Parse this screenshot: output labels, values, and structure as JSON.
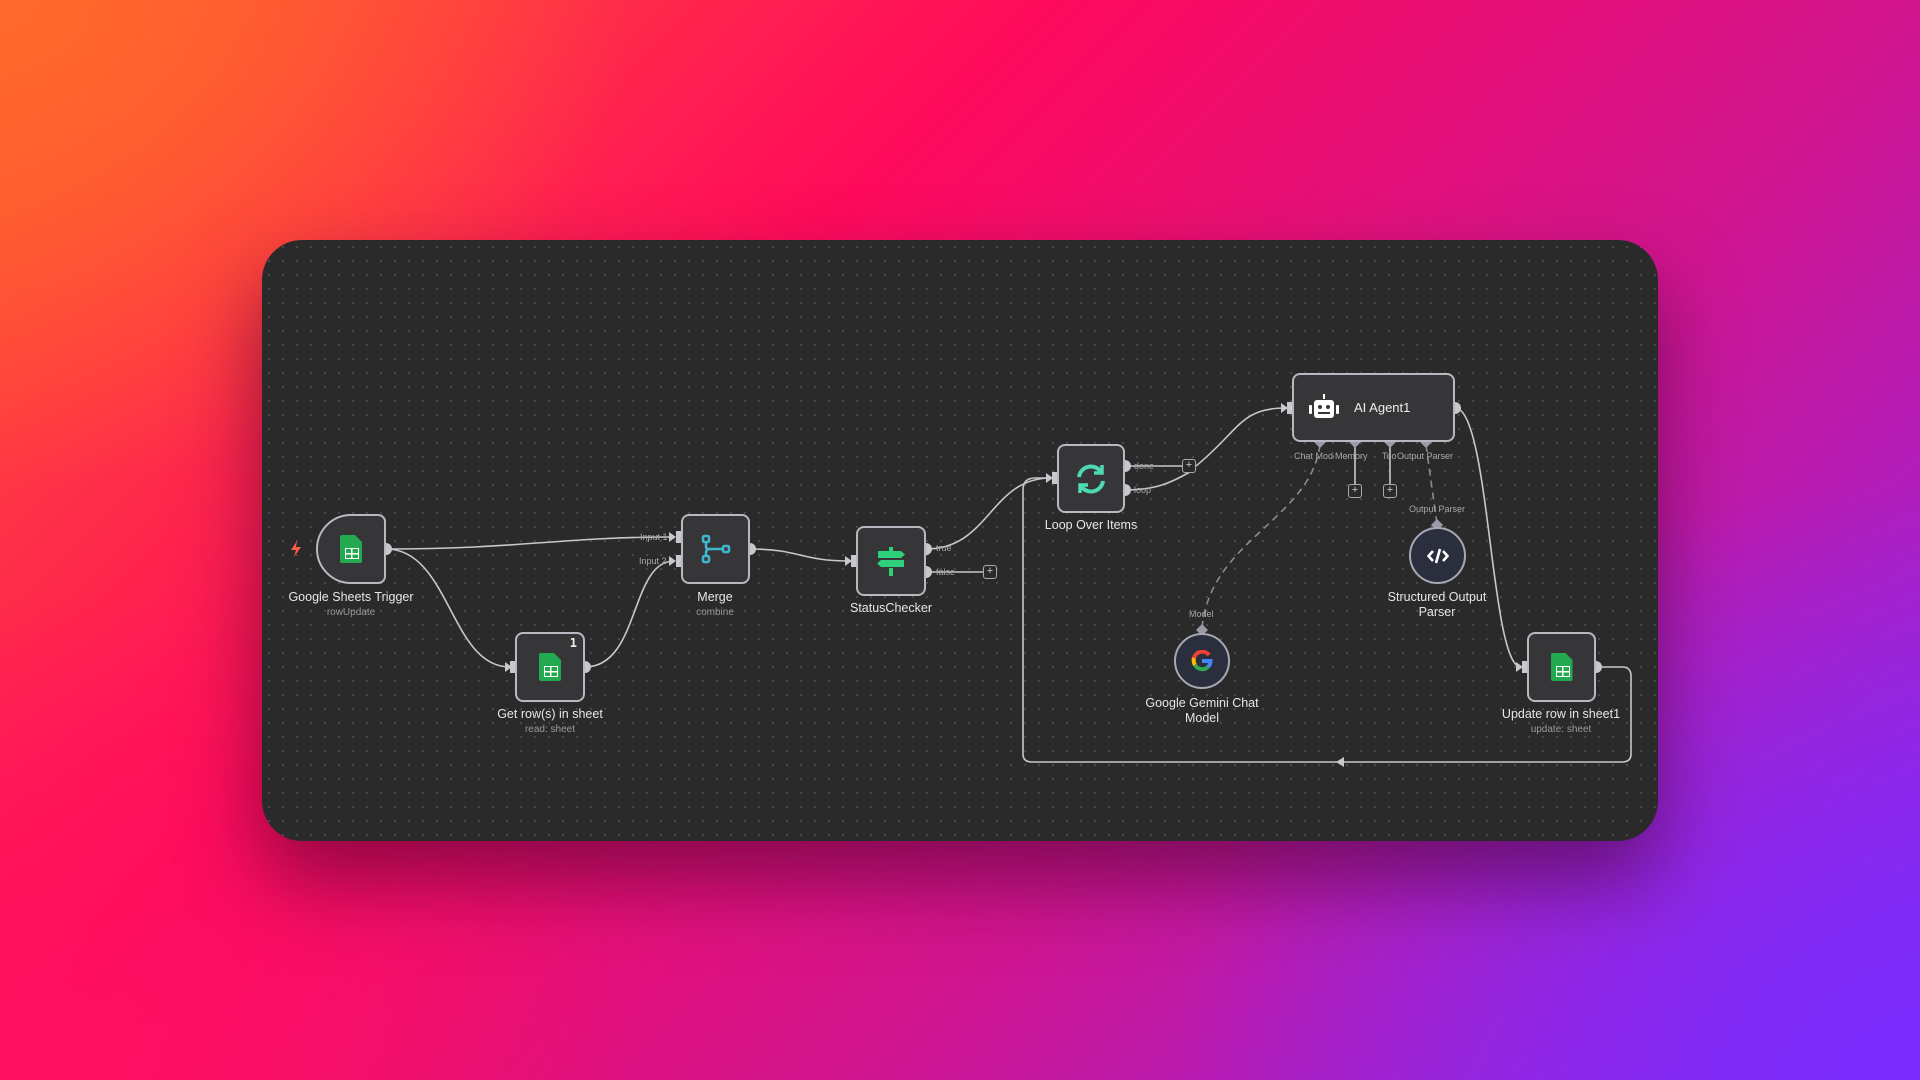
{
  "nodes": {
    "trigger": {
      "title": "Google Sheets Trigger",
      "subtitle": "rowUpdate",
      "icon": "google-sheets-icon"
    },
    "get_rows": {
      "title": "Get row(s) in sheet",
      "subtitle": "read: sheet",
      "badge": "1",
      "icon": "google-sheets-icon"
    },
    "merge": {
      "title": "Merge",
      "subtitle": "combine",
      "inputs": [
        "Input 1",
        "Input 2"
      ],
      "icon": "merge-icon"
    },
    "status": {
      "title": "StatusChecker",
      "outputs": [
        "true",
        "false"
      ],
      "icon": "signpost-icon"
    },
    "loop": {
      "title": "Loop Over Items",
      "outputs": [
        "done",
        "loop"
      ],
      "icon": "refresh-icon"
    },
    "agent": {
      "title": "AI Agent1",
      "ports": [
        "Chat Model",
        "Memory",
        "Tool",
        "Output Parser"
      ],
      "icon": "robot-icon"
    },
    "gemini": {
      "title": "Google Gemini Chat Model",
      "port": "Model",
      "icon": "google-g-icon"
    },
    "parser": {
      "title": "Structured Output Parser",
      "port": "Output Parser",
      "icon": "code-icon"
    },
    "update": {
      "title": "Update row in sheet1",
      "subtitle": "update: sheet",
      "icon": "google-sheets-icon"
    }
  },
  "plus_label": "+",
  "colors": {
    "sheets": "#23a94f",
    "merge": "#3fb7d0",
    "status": "#2fd07a",
    "loop": "#4fd8b4",
    "trigger_bolt": "#ff5a4a"
  }
}
